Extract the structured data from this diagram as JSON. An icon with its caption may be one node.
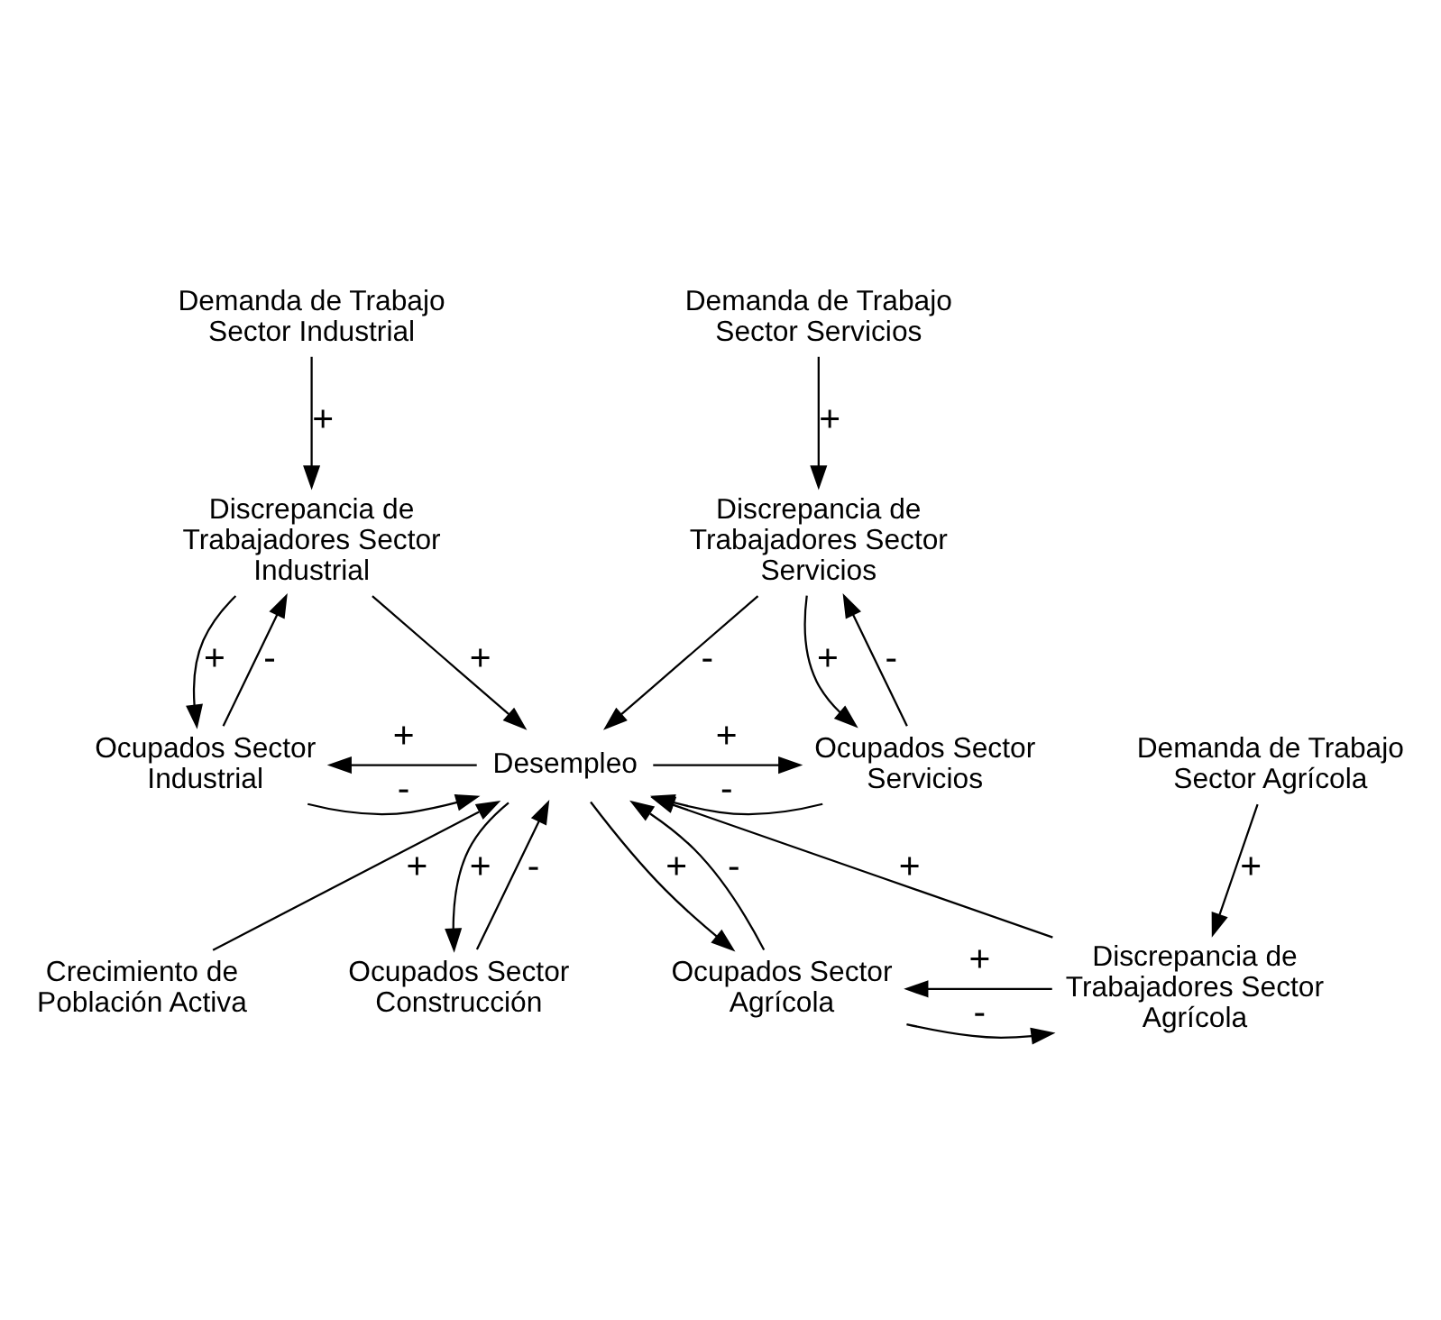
{
  "diagram": {
    "nodes": [
      {
        "text": [
          "Demanda de Trabajo Sector Industrial"
        ]
      },
      {
        "text": [
          "Demanda de Trabajo Sector Servicios"
        ]
      },
      {
        "text": [
          "Crecimiento de Población Activa"
        ]
      },
      {
        "text": [
          "Ocupados Sector Construcción"
        ]
      },
      {
        "text": [
          "Discrepancia de Trabajadores Sector Industrial"
        ]
      },
      {
        "text": [
          "Discrepancia de Trabajadores Sector Servicios"
        ]
      },
      {
        "text": [
          "Desempleo"
        ]
      },
      {
        "text": [
          "Ocupados Sector Industrial"
        ]
      },
      {
        "text": [
          "Ocupados Sector Servicios"
        ]
      },
      {
        "text": [
          "Ocupados Sector Agrícola"
        ]
      },
      {
        "text": [
          "Discrepancia de Trabajadores Sector Agrícola"
        ]
      },
      {
        "text": [
          "Demanda de Trabajo Sector Agrícola"
        ]
      }
    ],
    "edges": [
      {
        "from": 0,
        "to": 4,
        "arrow": "to",
        "label": "+"
      },
      {
        "from": 1,
        "to": 5,
        "arrow": "to",
        "label": "+"
      },
      {
        "from": 2,
        "to": 6,
        "arrow": "to",
        "label": "+"
      },
      {
        "from": 3,
        "to": 6,
        "arrow": "to",
        "label": "-"
      },
      {
        "from": 6,
        "to": 3,
        "arrow": "to",
        "label": "+"
      },
      {
        "from": 4,
        "to": 6,
        "arrow": "to",
        "label": "+"
      },
      {
        "from": 4,
        "to": 7,
        "arrow": "to",
        "label": "+"
      },
      {
        "from": 7,
        "to": 4,
        "arrow": "to",
        "label": "-"
      },
      {
        "from": 7,
        "to": 6,
        "arrow": "to",
        "label": "-"
      },
      {
        "from": 6,
        "to": 7,
        "arrow": "to",
        "label": "+"
      },
      {
        "from": 5,
        "to": 6,
        "arrow": "to",
        "label": "-"
      },
      {
        "from": 5,
        "to": 8,
        "arrow": "to",
        "label": "+"
      },
      {
        "from": 8,
        "to": 5,
        "arrow": "to",
        "label": "-"
      },
      {
        "from": 6,
        "to": 8,
        "arrow": "to",
        "label": "+"
      },
      {
        "from": 8,
        "to": 6,
        "arrow": "to",
        "label": "-"
      },
      {
        "from": 6,
        "to": 9,
        "arrow": "to",
        "label": "+"
      },
      {
        "from": 9,
        "to": 6,
        "arrow": "to",
        "label": "-"
      },
      {
        "from": 10,
        "to": 6,
        "arrow": "to",
        "label": "+"
      },
      {
        "from": 9,
        "to": 10,
        "arrow": "to",
        "label": "-"
      },
      {
        "from": 10,
        "to": 9,
        "arrow": "to",
        "label": "+"
      },
      {
        "from": 11,
        "to": 10,
        "arrow": "to",
        "label": "+"
      }
    ]
  }
}
